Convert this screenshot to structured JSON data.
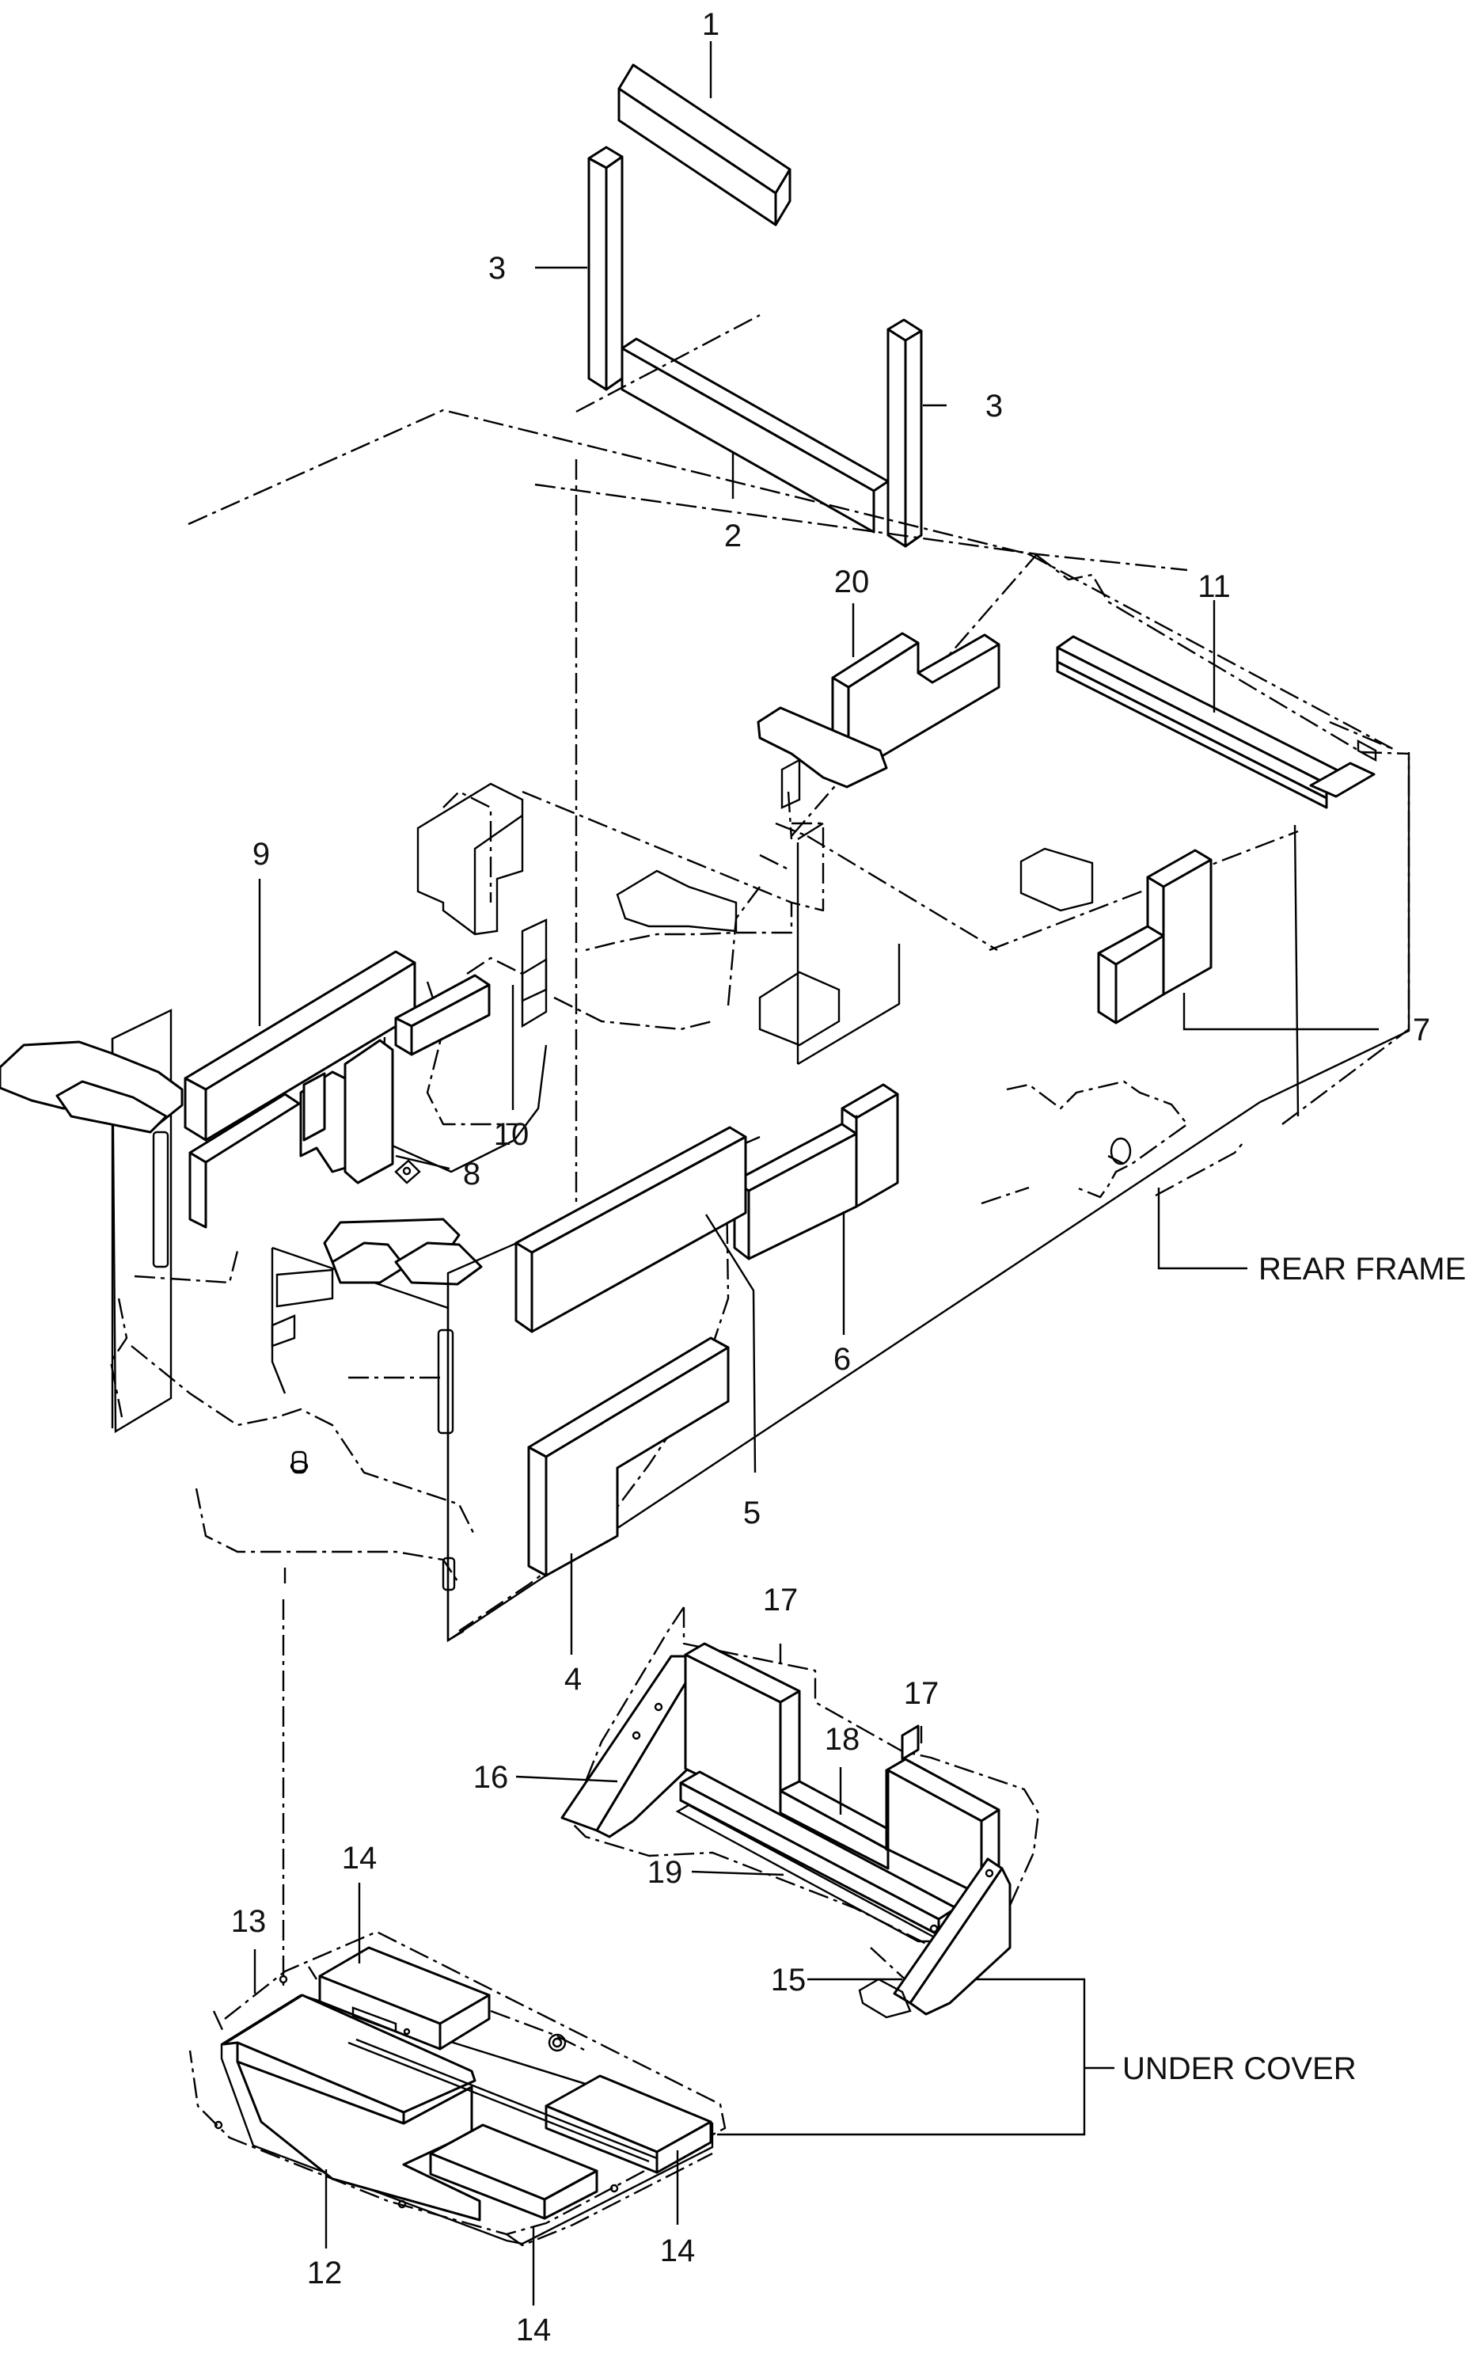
{
  "callouts": {
    "c1": "1",
    "c2": "2",
    "c3a": "3",
    "c3b": "3",
    "c4": "4",
    "c5": "5",
    "c6": "6",
    "c7": "7",
    "c8": "8",
    "c9": "9",
    "c10": "10",
    "c11": "11",
    "c12": "12",
    "c13": "13",
    "c14a": "14",
    "c14b": "14",
    "c14c": "14",
    "c15": "15",
    "c16": "16",
    "c17a": "17",
    "c17b": "17",
    "c18": "18",
    "c19": "19",
    "c20": "20"
  },
  "assembly_labels": {
    "rear_frame": "REAR FRAME",
    "under_cover": "UNDER COVER"
  }
}
